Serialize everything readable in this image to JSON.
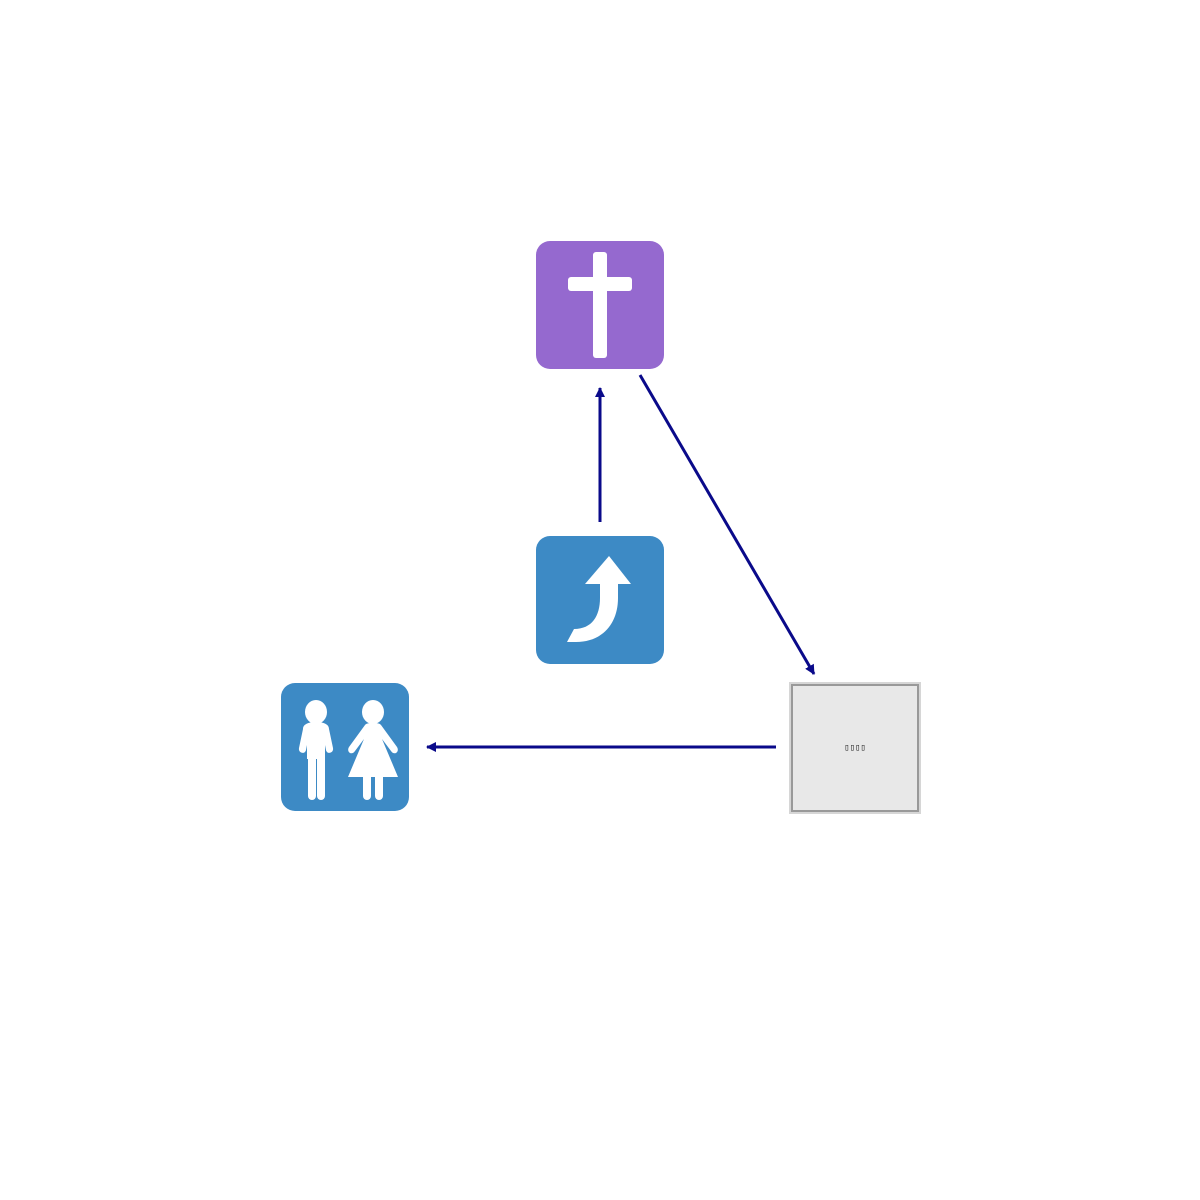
{
  "diagram": {
    "nodes": [
      {
        "id": "cross",
        "icon": "latin-cross-icon",
        "color": "#9569cf"
      },
      {
        "id": "arrow",
        "icon": "arrow-curving-up-icon",
        "color": "#3d8ac5"
      },
      {
        "id": "children",
        "icon": "children-crossing-icon",
        "color": "#3d8ac5"
      },
      {
        "id": "placeholder",
        "icon": "missing-glyph-box",
        "text": "▯▯▯▯",
        "color": "#e8e8e8"
      }
    ],
    "edges": [
      {
        "from": "arrow",
        "to": "cross"
      },
      {
        "from": "cross",
        "to": "placeholder"
      },
      {
        "from": "placeholder",
        "to": "children"
      }
    ],
    "edge_color": "#0a0a8a"
  }
}
